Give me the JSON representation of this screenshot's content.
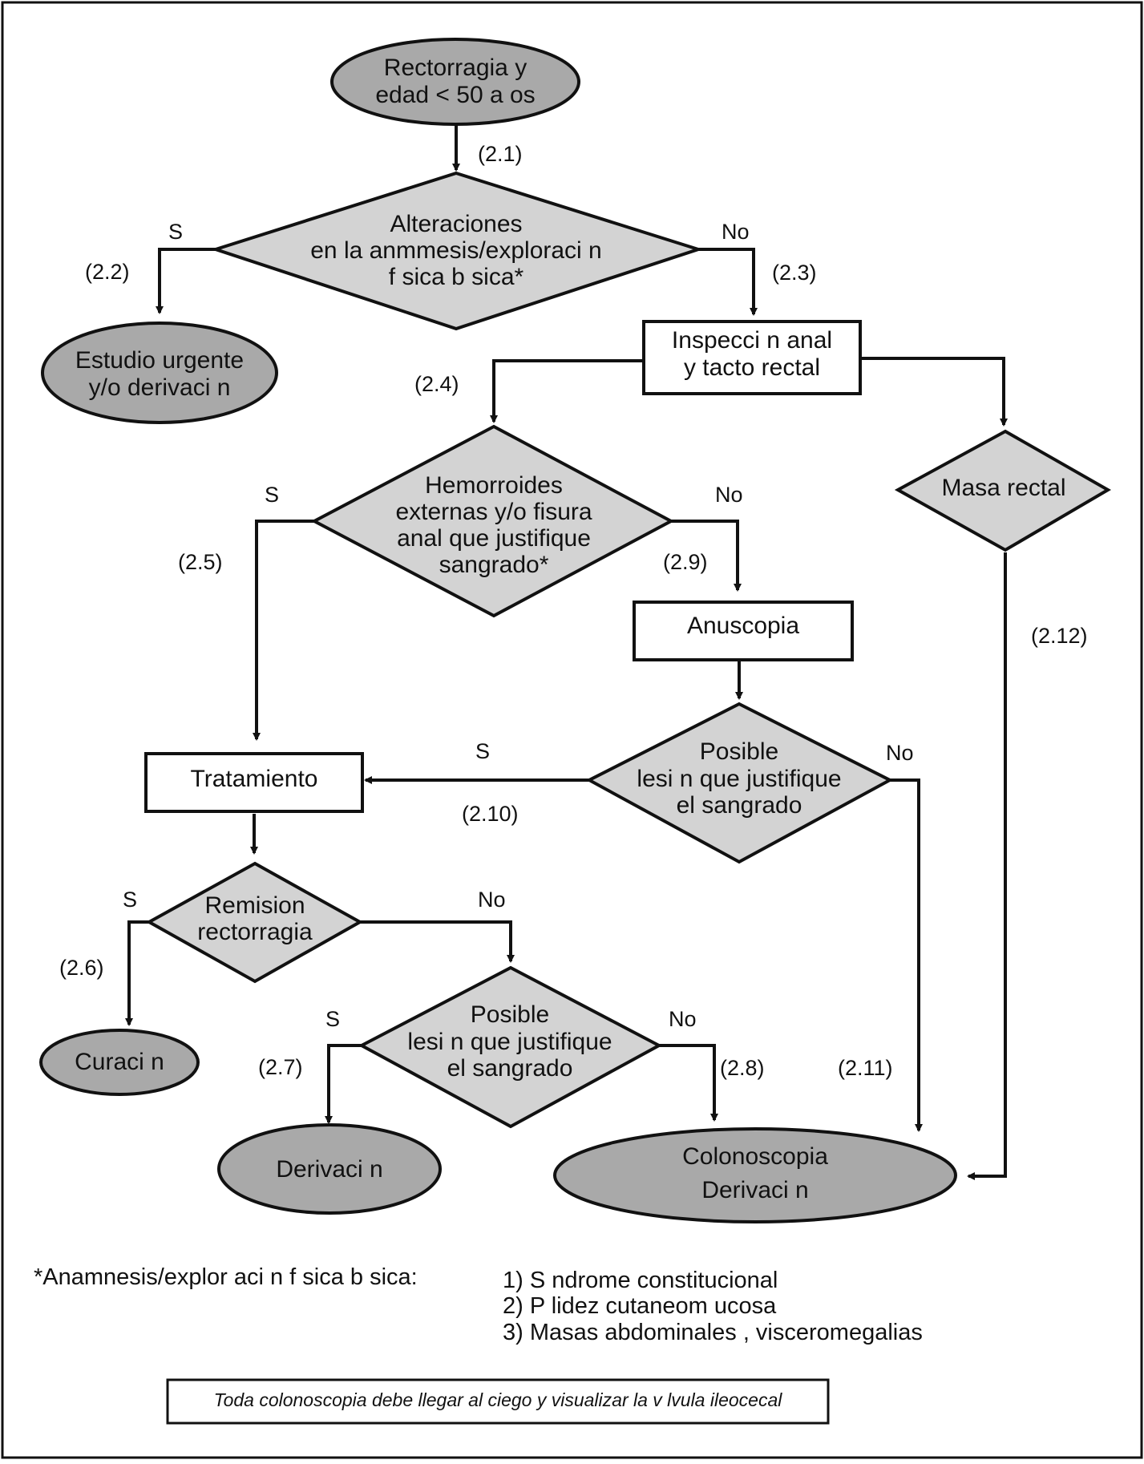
{
  "nodes": {
    "start": {
      "lines": [
        "Rectorragia y",
        "edad < 50 a os"
      ]
    },
    "d1": {
      "lines": [
        "Alteraciones",
        "en la anmmesis/exploraci n",
        "f sica b sica*"
      ]
    },
    "urgent": {
      "lines": [
        "Estudio urgente",
        "y/o derivaci n"
      ]
    },
    "inspection": {
      "lines": [
        "Inspecci n anal",
        "y tacto rectal"
      ]
    },
    "d_hemo": {
      "lines": [
        "Hemorroides",
        "externas y/o fisura",
        "anal que justifique",
        "sangrado*"
      ]
    },
    "d_masa": {
      "lines": [
        "Masa rectal"
      ]
    },
    "anuscopia": {
      "lines": [
        "Anuscopia"
      ]
    },
    "tratamiento": {
      "lines": [
        "Tratamiento"
      ]
    },
    "d_posible1": {
      "lines": [
        "Posible",
        "lesi n que justifique",
        "el sangrado"
      ]
    },
    "d_remision": {
      "lines": [
        "Remision",
        "rectorragia"
      ]
    },
    "d_posible2": {
      "lines": [
        "Posible",
        "lesi n que justifique",
        "el sangrado"
      ]
    },
    "curacion": {
      "lines": [
        "Curaci n"
      ]
    },
    "derivacion": {
      "lines": [
        "Derivaci n"
      ]
    },
    "colonoscopia": {
      "lines": [
        "Colonoscopia",
        "Derivaci n"
      ]
    }
  },
  "edge_labels": {
    "e21": "(2.1)",
    "e22": "(2.2)",
    "e23": "(2.3)",
    "e24": "(2.4)",
    "e25": "(2.5)",
    "e26": "(2.6)",
    "e27": "(2.7)",
    "e28": "(2.8)",
    "e29": "(2.9)",
    "e210": "(2.10)",
    "e211": "(2.11)",
    "e212": "(2.12)",
    "si_d1": "S",
    "no_d1": "No",
    "si_hemo": "S",
    "no_hemo": "No",
    "si_pos1": "S",
    "no_pos1": "No",
    "si_rem": "S",
    "no_rem": "No",
    "si_pos2": "S",
    "no_pos2": "No"
  },
  "footnote": {
    "heading": "*Anamnesis/explor aci n f sica b sica:",
    "items": [
      "1) S ndrome constitucional",
      "2) P lidez cutaneom ucosa",
      "3) Masas abdominales , visceromegalias"
    ]
  },
  "note": "Toda colonoscopia debe llegar al ciego y visualizar la v lvula ileocecal"
}
